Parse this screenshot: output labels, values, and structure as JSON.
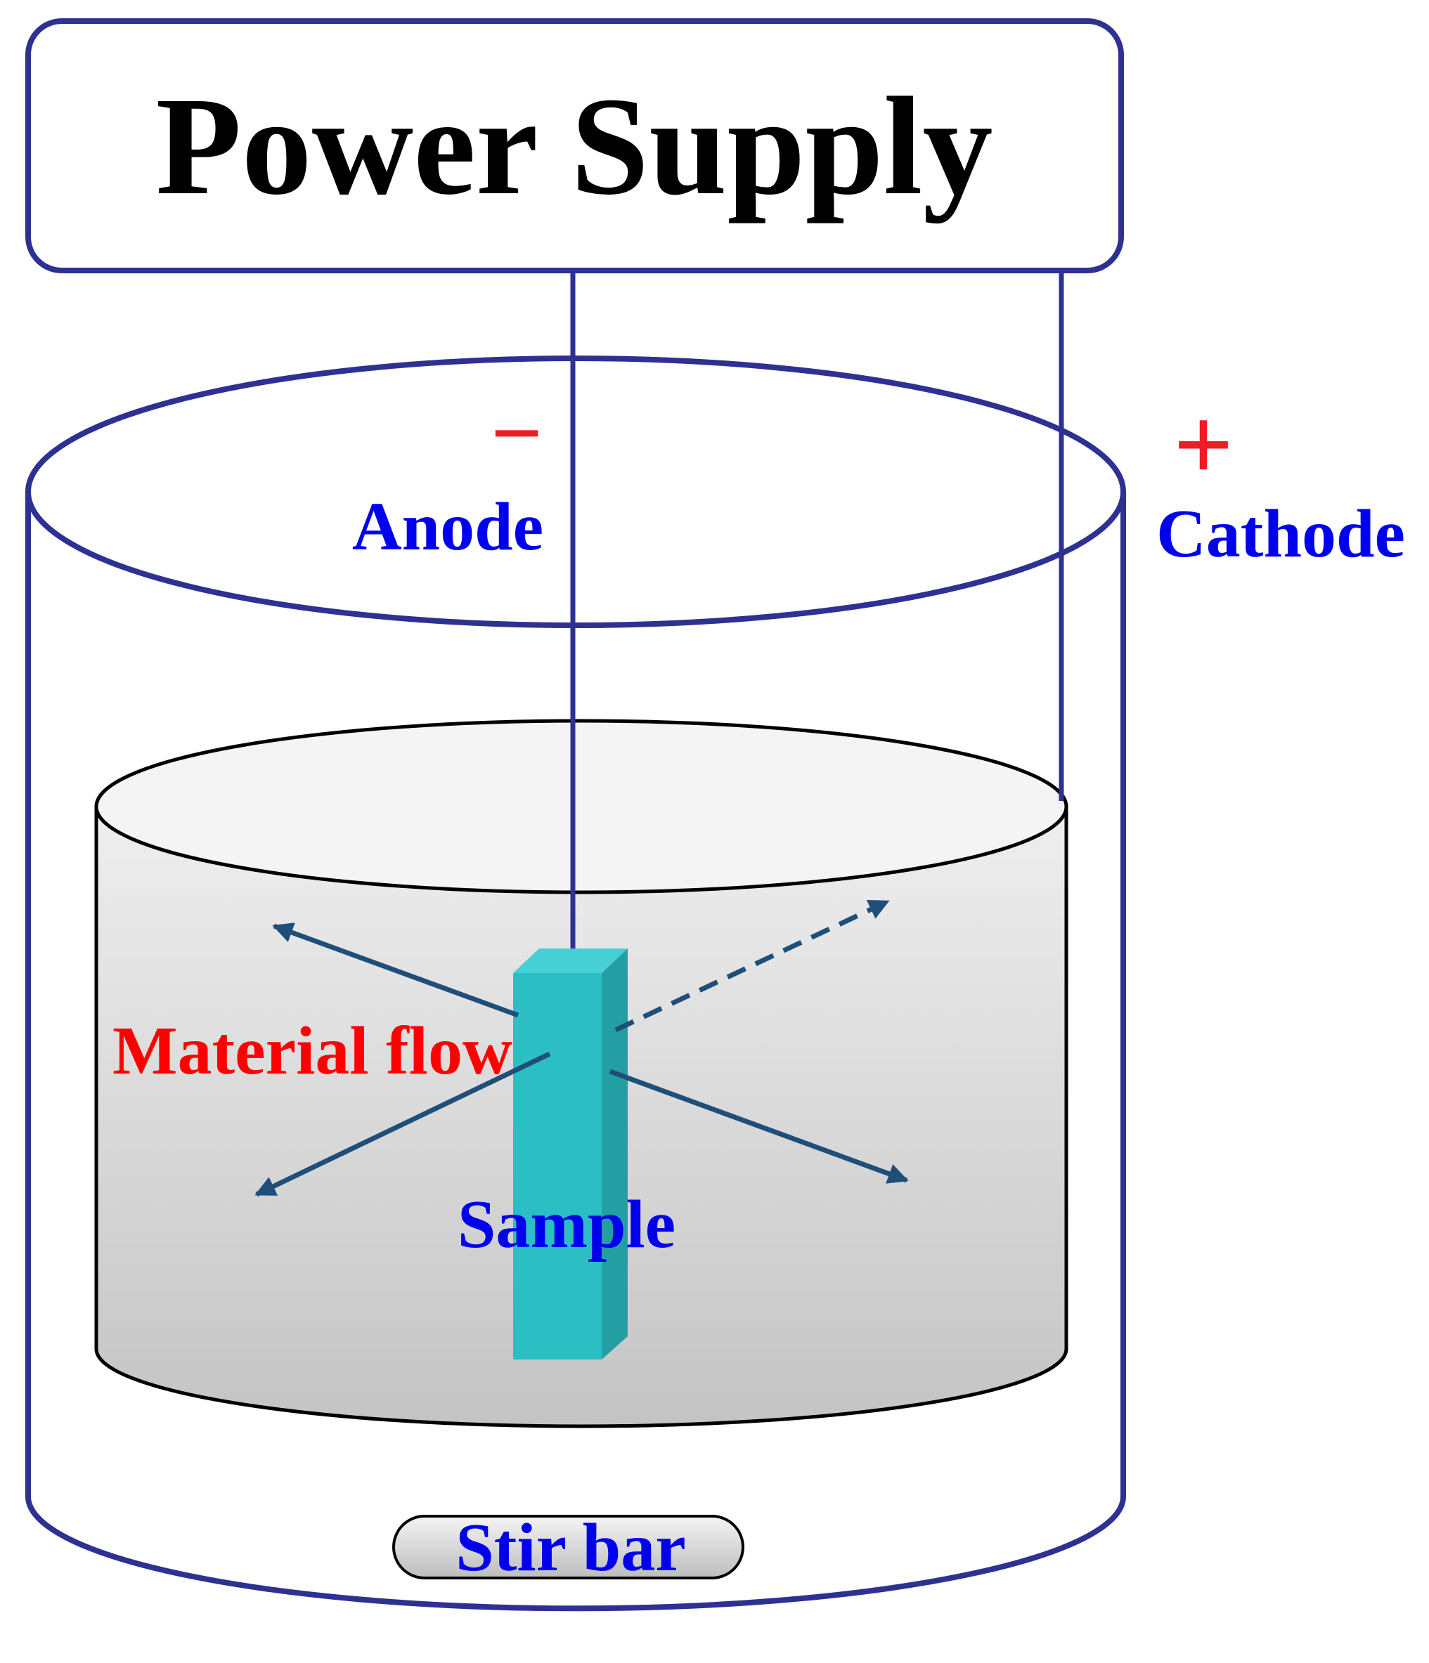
{
  "power_supply": {
    "label": "Power Supply"
  },
  "anode": {
    "sign": "−",
    "label": "Anode"
  },
  "cathode": {
    "sign": "+",
    "label": "Cathode"
  },
  "material_flow": {
    "label": "Material flow"
  },
  "sample": {
    "label": "Sample"
  },
  "stir_bar": {
    "label": "Stir bar"
  },
  "colors": {
    "outline": "#2e3192",
    "sign": "#ee1c25",
    "label_blue": "#0000ee",
    "label_red": "#ff0000",
    "sample": "#2bbfc4",
    "arrow": "#1f4e79",
    "liquid_top": "#efefef",
    "liquid_bottom": "#c4c4c4"
  }
}
